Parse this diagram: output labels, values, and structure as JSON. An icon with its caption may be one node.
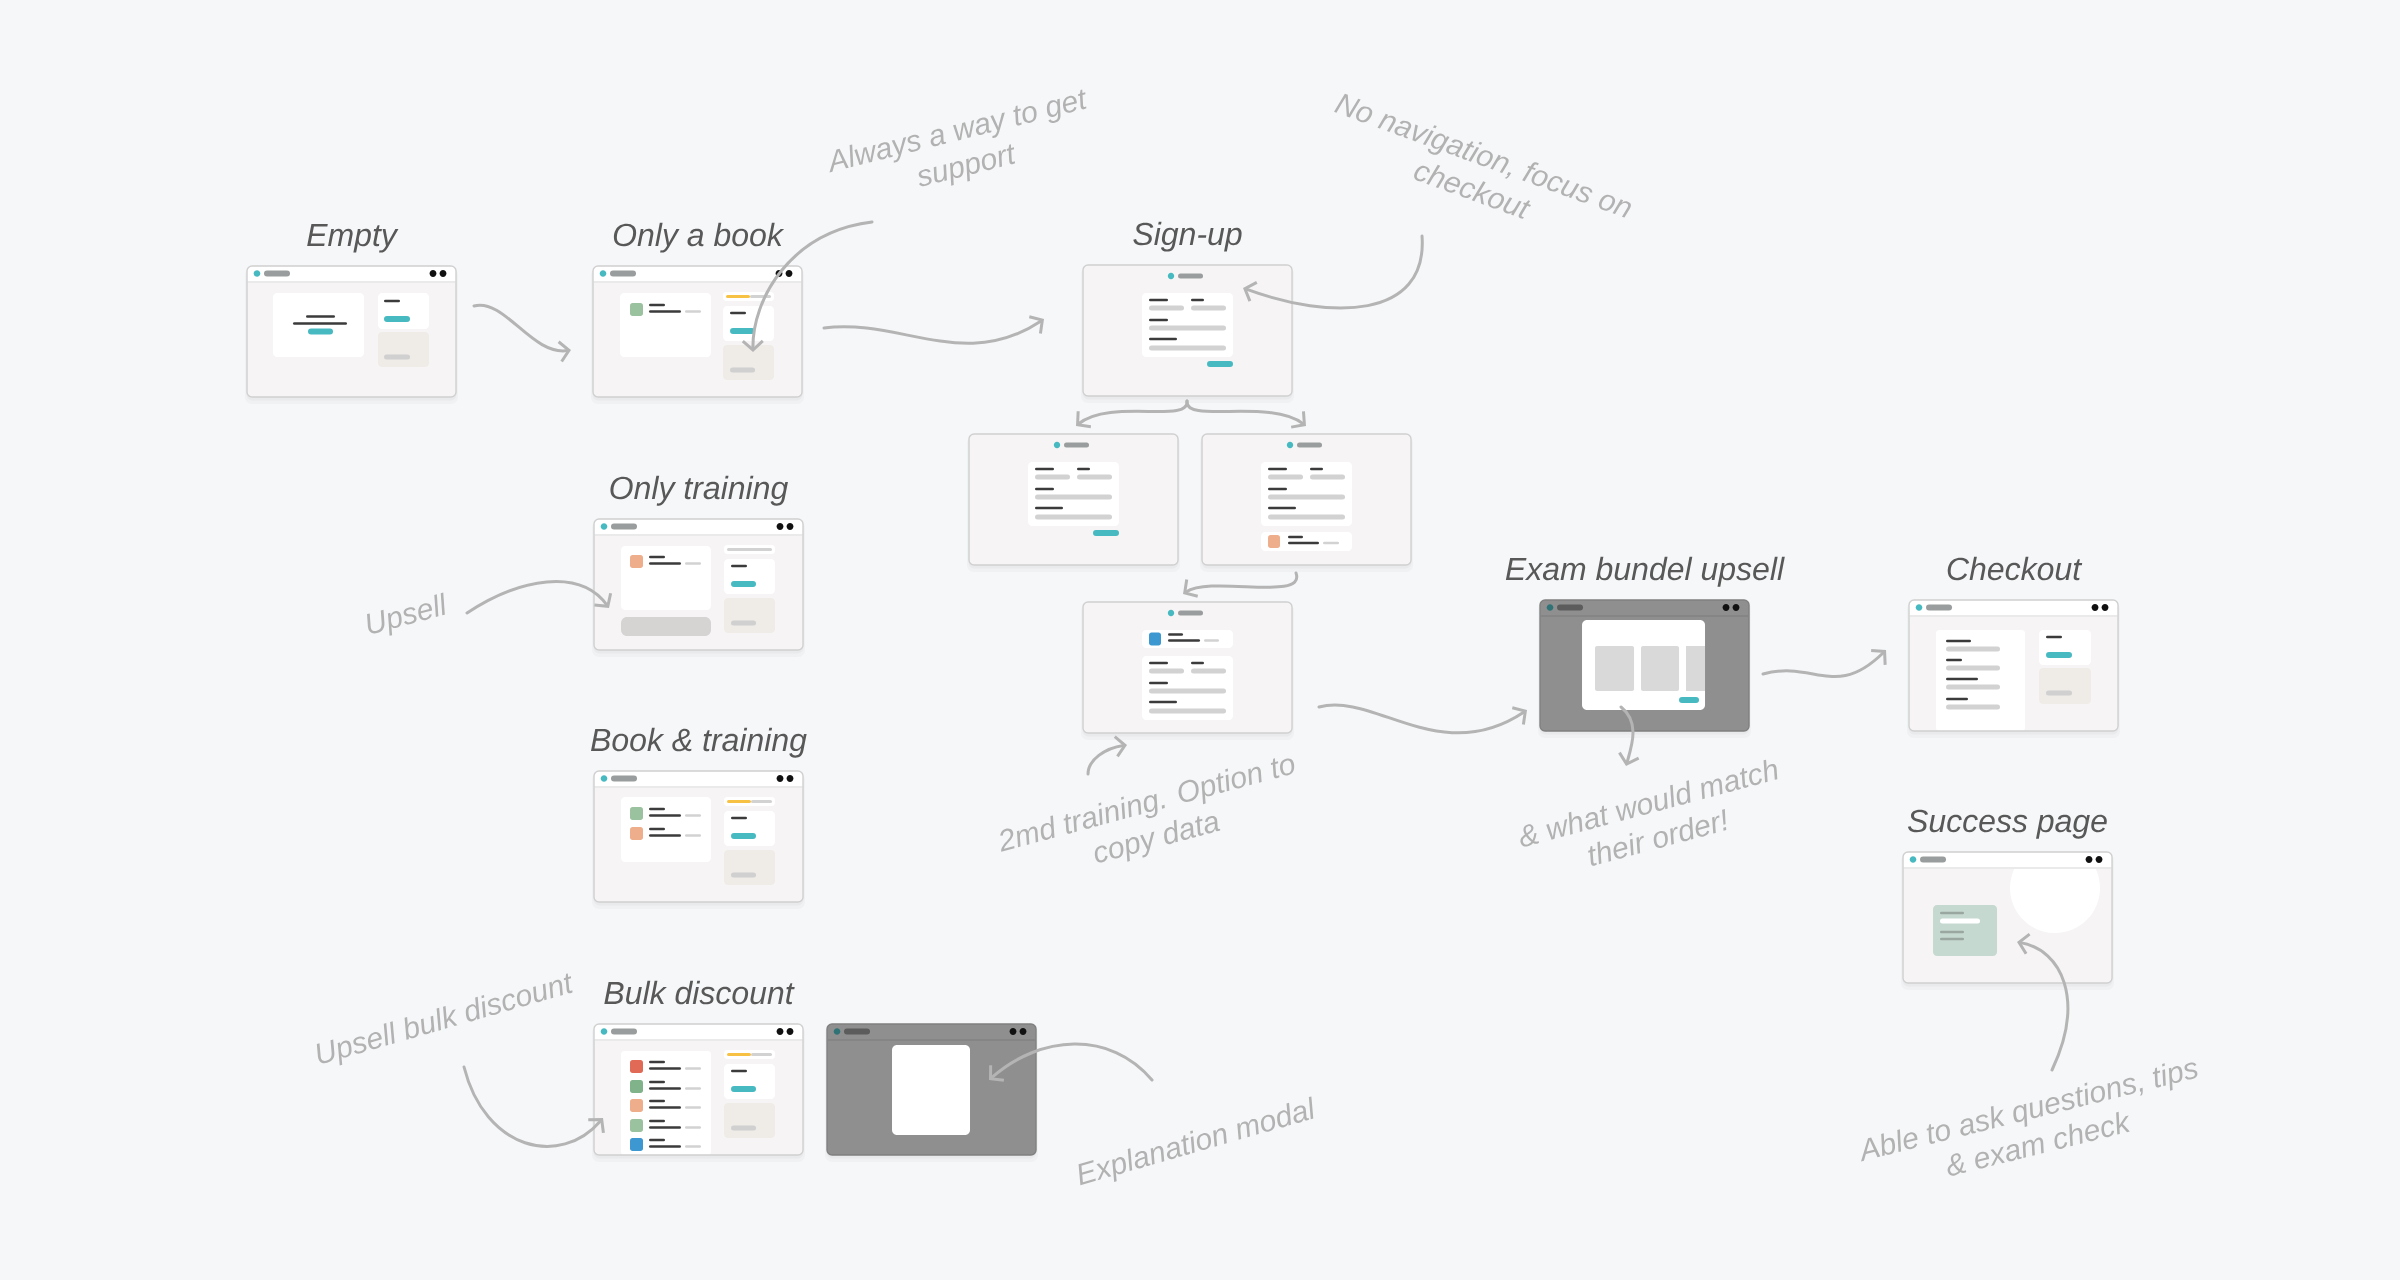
{
  "diagram": {
    "nodes": [
      {
        "text": [
          "Empty"
        ]
      },
      {
        "text": [
          "Only a book"
        ]
      },
      {
        "text": [
          "Always a way to get support"
        ]
      },
      {
        "text": [
          "Sign-up"
        ]
      },
      {
        "text": [
          "No navigation, focus on checkout"
        ]
      },
      {
        "text": [],
        "shape": "picture"
      },
      {
        "text": [],
        "shape": "picture"
      },
      {
        "text": [],
        "shape": "picture"
      },
      {
        "text": [
          "2md training. Option to copy data"
        ]
      },
      {
        "text": [
          "Only training"
        ]
      },
      {
        "text": [
          "Upsell"
        ]
      },
      {
        "text": [
          "Book & training"
        ]
      },
      {
        "text": [
          "Bulk discount"
        ]
      },
      {
        "text": [
          "Upsell bulk discount"
        ]
      },
      {
        "text": [],
        "shape": "picture"
      },
      {
        "text": [
          "Explanation modal"
        ]
      },
      {
        "text": [
          "Exam bundel upsell"
        ]
      },
      {
        "text": [
          "& what would match their order!"
        ]
      },
      {
        "text": [
          "Checkout"
        ]
      },
      {
        "text": [
          "Success page"
        ]
      },
      {
        "text": [
          "Able to ask questions, tips & exam check"
        ]
      }
    ],
    "edges": [
      {
        "from": 0,
        "to": 1,
        "arrow": "to"
      },
      {
        "from": 1,
        "to": 3,
        "arrow": "to"
      },
      {
        "from": 2,
        "to": 1,
        "arrow": "to"
      },
      {
        "from": 4,
        "to": 3,
        "arrow": "to"
      },
      {
        "from": 3,
        "to": 5,
        "arrow": "to"
      },
      {
        "from": 3,
        "to": 6,
        "arrow": "to"
      },
      {
        "from": 6,
        "to": 7,
        "arrow": "to"
      },
      {
        "from": 8,
        "to": 7,
        "arrow": "to"
      },
      {
        "from": 7,
        "to": 16,
        "arrow": "to"
      },
      {
        "from": 10,
        "to": 9,
        "arrow": "to"
      },
      {
        "from": 13,
        "to": 12,
        "arrow": "to"
      },
      {
        "from": 15,
        "to": 14,
        "arrow": "to"
      },
      {
        "from": 16,
        "to": 17,
        "arrow": "to"
      },
      {
        "from": 16,
        "to": 18,
        "arrow": "to"
      },
      {
        "from": 20,
        "to": 19,
        "arrow": "to"
      }
    ]
  }
}
